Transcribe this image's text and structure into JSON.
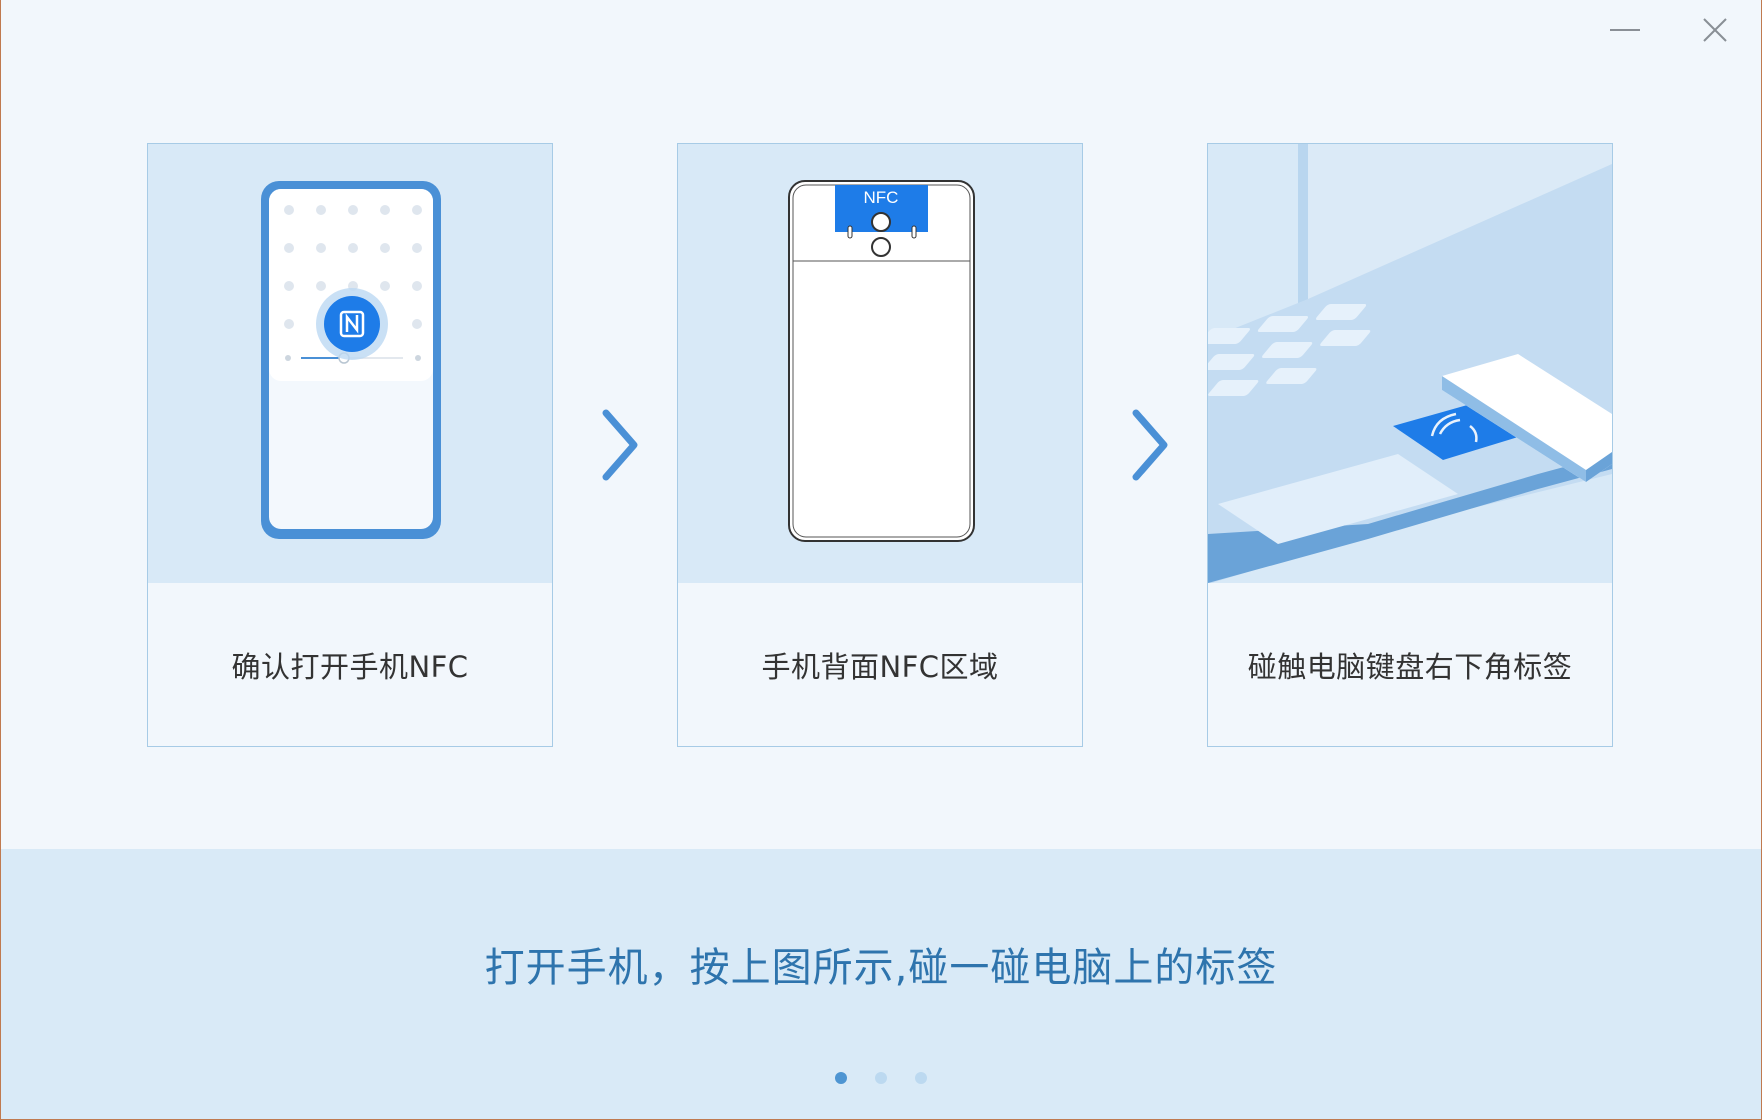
{
  "window": {
    "minimize_icon": "minimize-icon",
    "close_icon": "close-icon"
  },
  "steps": [
    {
      "label": "确认打开手机NFC",
      "illustration": "phone-nfc-toggle-illustration",
      "nfc_icon": "nfc-icon"
    },
    {
      "label": "手机背面NFC区域",
      "illustration": "phone-back-nfc-illustration",
      "nfc_tag": "NFC"
    },
    {
      "label": "碰触电脑键盘右下角标签",
      "illustration": "laptop-keyboard-tag-illustration"
    }
  ],
  "instruction": "打开手机，按上图所示,碰一碰电脑上的标签",
  "pagination": {
    "count": 3,
    "active_index": 0
  },
  "colors": {
    "accent": "#1e7ce8",
    "instruction_text": "#2e74ad",
    "panel_bg": "#d9eaf7",
    "card_art_bg": "#d8e9f7",
    "dot_active": "#4e95d2",
    "dot_inactive": "#bcd9f0"
  }
}
